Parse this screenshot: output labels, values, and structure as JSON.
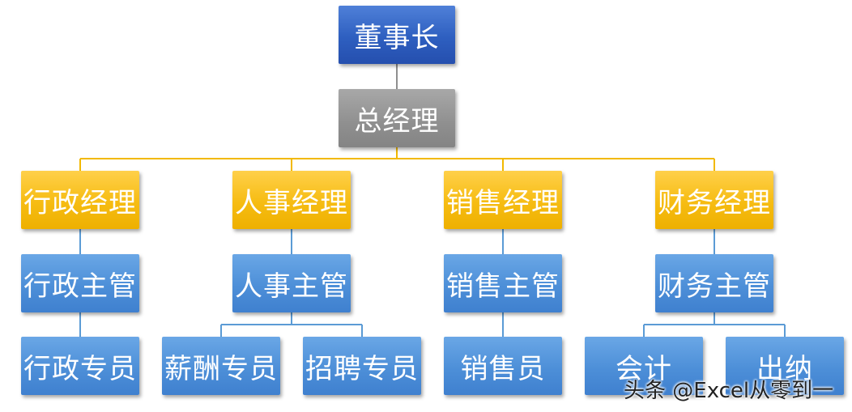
{
  "chart_data": {
    "type": "org-chart",
    "nodes": {
      "chairman": "董事长",
      "gm": "总经理",
      "admin_mgr": "行政经理",
      "hr_mgr": "人事经理",
      "sales_mgr": "销售经理",
      "fin_mgr": "财务经理",
      "admin_sup": "行政主管",
      "hr_sup": "人事主管",
      "sales_sup": "销售主管",
      "fin_sup": "财务主管",
      "admin_staff": "行政专员",
      "pay_staff": "薪酬专员",
      "recruit_staff": "招聘专员",
      "sales_staff": "销售员",
      "accountant": "会计",
      "cashier": "出纳"
    },
    "hierarchy": [
      {
        "parent": "董事长",
        "children": [
          "总经理"
        ]
      },
      {
        "parent": "总经理",
        "children": [
          "行政经理",
          "人事经理",
          "销售经理",
          "财务经理"
        ]
      },
      {
        "parent": "行政经理",
        "children": [
          "行政主管"
        ]
      },
      {
        "parent": "人事经理",
        "children": [
          "人事主管"
        ]
      },
      {
        "parent": "销售经理",
        "children": [
          "销售主管"
        ]
      },
      {
        "parent": "财务经理",
        "children": [
          "财务主管"
        ]
      },
      {
        "parent": "行政主管",
        "children": [
          "行政专员"
        ]
      },
      {
        "parent": "人事主管",
        "children": [
          "薪酬专员",
          "招聘专员"
        ]
      },
      {
        "parent": "销售主管",
        "children": [
          "销售员"
        ]
      },
      {
        "parent": "财务主管",
        "children": [
          "会计",
          "出纳"
        ]
      }
    ],
    "colors": {
      "chairman": "#2e5fc0",
      "gm": "#8f8f8f",
      "manager": "#f6bc12",
      "staff": "#4d8fd8",
      "connector_gold": "#f2b900",
      "connector_blue": "#5b9bd5",
      "connector_gray": "#8f8f8f"
    }
  },
  "watermark": "头条 @Excel从零到一"
}
